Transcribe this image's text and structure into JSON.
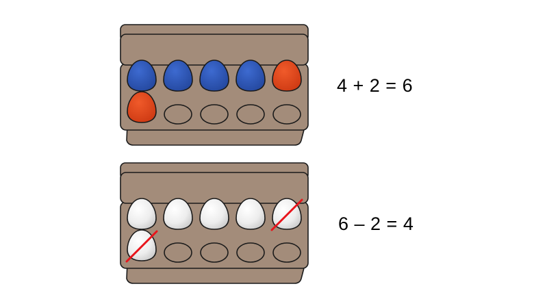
{
  "colors": {
    "carton_fill": "#a38c7a",
    "carton_stroke": "#1a1a1a",
    "egg_blue": "#2e56b8",
    "egg_orange": "#e2421b",
    "egg_white": "#eeeeee",
    "cross_out": "#e8141b"
  },
  "cartons": [
    {
      "equation": "4 + 2 = 6",
      "eggs": [
        {
          "row": 0,
          "col": 0,
          "color": "blue",
          "crossed": false
        },
        {
          "row": 0,
          "col": 1,
          "color": "blue",
          "crossed": false
        },
        {
          "row": 0,
          "col": 2,
          "color": "blue",
          "crossed": false
        },
        {
          "row": 0,
          "col": 3,
          "color": "blue",
          "crossed": false
        },
        {
          "row": 0,
          "col": 4,
          "color": "orange",
          "crossed": false
        },
        {
          "row": 1,
          "col": 0,
          "color": "orange",
          "crossed": false
        }
      ],
      "empty_cups": [
        {
          "row": 1,
          "col": 1
        },
        {
          "row": 1,
          "col": 2
        },
        {
          "row": 1,
          "col": 3
        },
        {
          "row": 1,
          "col": 4
        }
      ]
    },
    {
      "equation": "6 – 2 = 4",
      "eggs": [
        {
          "row": 0,
          "col": 0,
          "color": "white",
          "crossed": false
        },
        {
          "row": 0,
          "col": 1,
          "color": "white",
          "crossed": false
        },
        {
          "row": 0,
          "col": 2,
          "color": "white",
          "crossed": false
        },
        {
          "row": 0,
          "col": 3,
          "color": "white",
          "crossed": false
        },
        {
          "row": 0,
          "col": 4,
          "color": "white",
          "crossed": true
        },
        {
          "row": 1,
          "col": 0,
          "color": "white",
          "crossed": true
        }
      ],
      "empty_cups": [
        {
          "row": 1,
          "col": 1
        },
        {
          "row": 1,
          "col": 2
        },
        {
          "row": 1,
          "col": 3
        },
        {
          "row": 1,
          "col": 4
        }
      ]
    }
  ]
}
